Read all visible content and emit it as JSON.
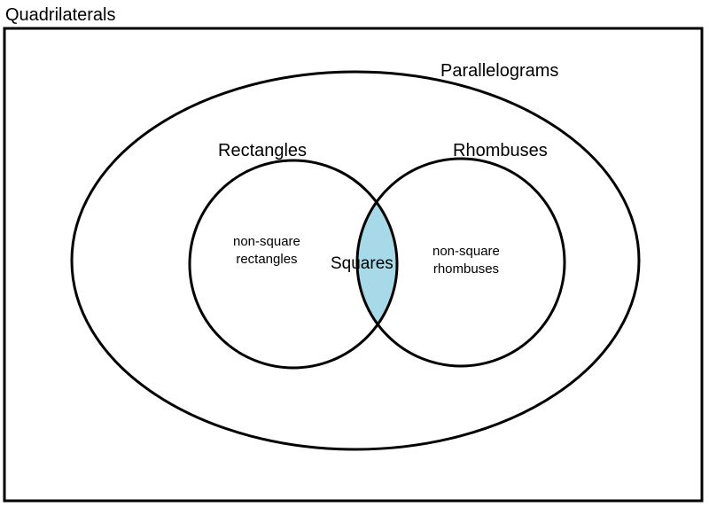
{
  "diagram": {
    "outer_label": "Quadrilaterals",
    "ellipse_label": "Parallelograms",
    "left_circle_label": "Rectangles",
    "right_circle_label": "Rhombuses",
    "intersection_label": "Squares",
    "left_only_label": [
      "non-square",
      "rectangles"
    ],
    "right_only_label": [
      "non-square",
      "rhombuses"
    ]
  },
  "colors": {
    "stroke": "#000000",
    "intersection_fill": "#a8d9e8",
    "background": "#ffffff"
  }
}
